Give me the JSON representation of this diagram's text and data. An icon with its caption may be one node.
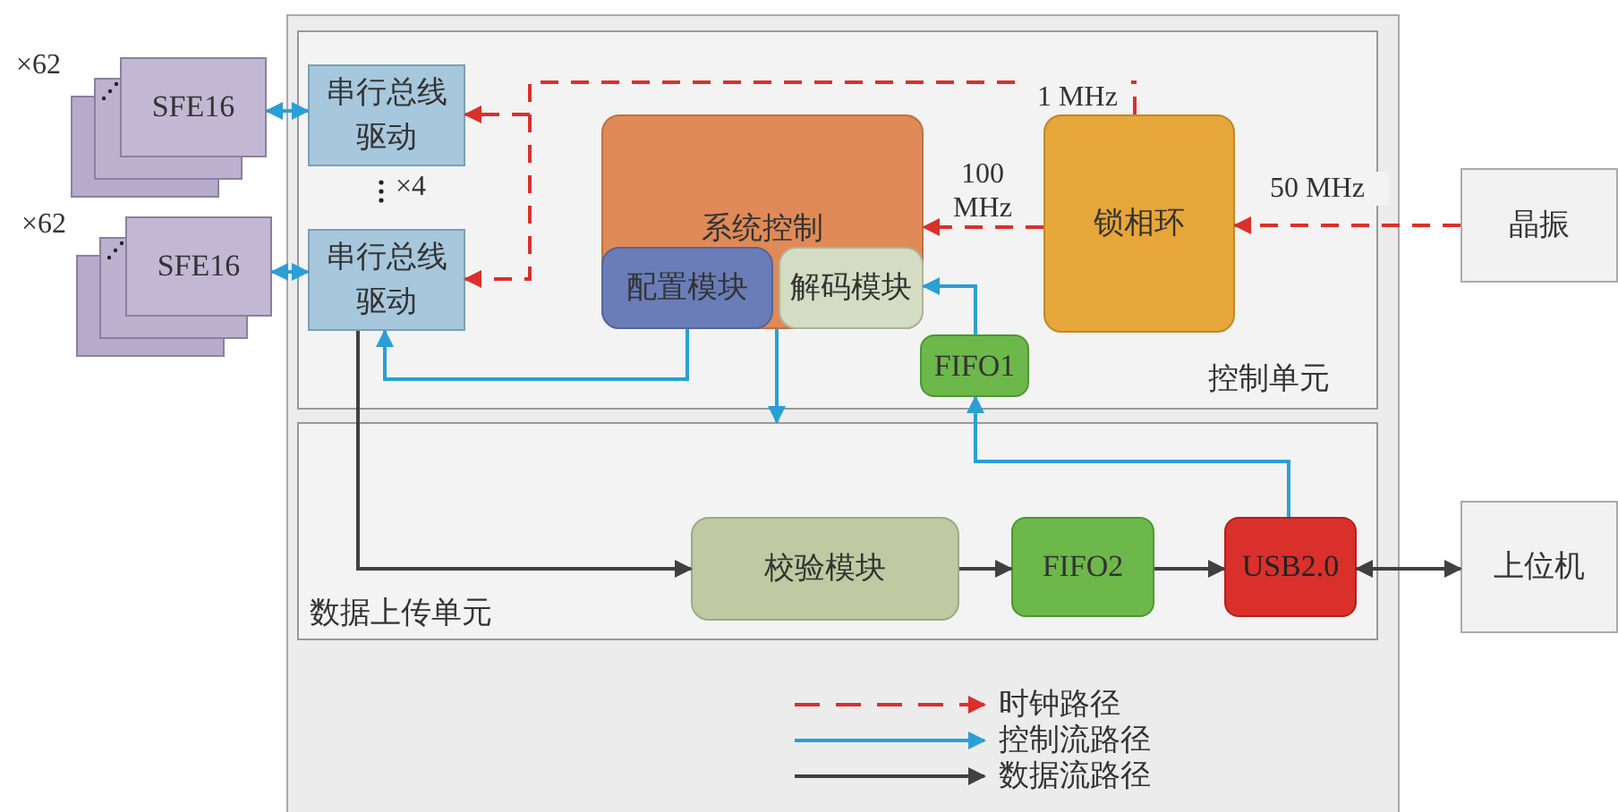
{
  "diagram": {
    "nodes": [
      {
        "text": [],
        "shape": "box"
      },
      {
        "text": [
          "控制单元"
        ],
        "in": 0
      },
      {
        "text": [
          "数据上传单元"
        ],
        "in": 0
      },
      {
        "text": [
          "SFE16"
        ],
        "beside": [
          "×62"
        ]
      },
      {
        "text": [
          "SFE16"
        ],
        "beside": [
          "×62"
        ]
      },
      {
        "text": [
          "串行总线驱动"
        ],
        "in": 1
      },
      {
        "text": [
          "串行总线驱动"
        ],
        "in": 1
      },
      {
        "text": [
          "系统控制"
        ],
        "in": 1
      },
      {
        "text": [
          "配置模块"
        ],
        "in": 7
      },
      {
        "text": [
          "解码模块"
        ],
        "in": 7
      },
      {
        "text": [
          "锁相环"
        ],
        "in": 1
      },
      {
        "text": [
          "FIFO1"
        ],
        "in": 1
      },
      {
        "text": [
          "晶振"
        ]
      },
      {
        "text": [
          "校验模块"
        ],
        "in": 2
      },
      {
        "text": [
          "FIFO2"
        ],
        "in": 2
      },
      {
        "text": [
          "USB2.0"
        ],
        "in": 2
      },
      {
        "text": [
          "上位机"
        ]
      }
    ],
    "edges": [
      {
        "from": 3,
        "to": 5,
        "arrow": "both"
      },
      {
        "from": 4,
        "to": 6,
        "arrow": "both"
      },
      {
        "from": 10,
        "to": 5,
        "arrow": "to",
        "label": "1 MHz",
        "style": "dashed",
        "color": "#d9302c"
      },
      {
        "from": 10,
        "to": 6,
        "arrow": "to",
        "style": "dashed",
        "color": "#d9302c"
      },
      {
        "from": 10,
        "to": 7,
        "arrow": "to",
        "label": "100 MHz",
        "style": "dashed",
        "color": "#d9302c"
      },
      {
        "from": 12,
        "to": 10,
        "arrow": "to",
        "label": "50 MHz",
        "style": "dashed",
        "color": "#d9302c"
      },
      {
        "from": 8,
        "to": 6,
        "arrow": "to"
      },
      {
        "from": 11,
        "to": 9,
        "arrow": "to"
      },
      {
        "from": 15,
        "to": 11,
        "arrow": "to"
      },
      {
        "from": 9,
        "to": 2,
        "arrow": "to"
      },
      {
        "from": 6,
        "to": 13,
        "arrow": "to",
        "color": "#404040"
      },
      {
        "from": 13,
        "to": 14,
        "arrow": "to",
        "color": "#404040"
      },
      {
        "from": 14,
        "to": 15,
        "arrow": "to",
        "color": "#404040"
      },
      {
        "from": 15,
        "to": 16,
        "arrow": "both",
        "color": "#404040"
      }
    ],
    "labels": [
      "×4"
    ],
    "legend": [
      {
        "text": "时钟路径"
      },
      {
        "text": "控制流路径"
      },
      {
        "text": "数据流路径"
      }
    ]
  }
}
